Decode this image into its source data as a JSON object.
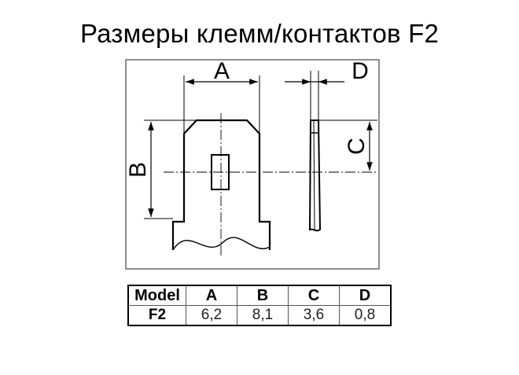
{
  "title": "Размеры клемм/контактов F2",
  "diagram": {
    "labels": {
      "a": "A",
      "b": "B",
      "c": "C",
      "d": "D"
    }
  },
  "table": {
    "headers": [
      "Model",
      "A",
      "B",
      "C",
      "D"
    ],
    "rows": [
      [
        "F2",
        "6,2",
        "8,1",
        "3,6",
        "0,8"
      ]
    ]
  }
}
